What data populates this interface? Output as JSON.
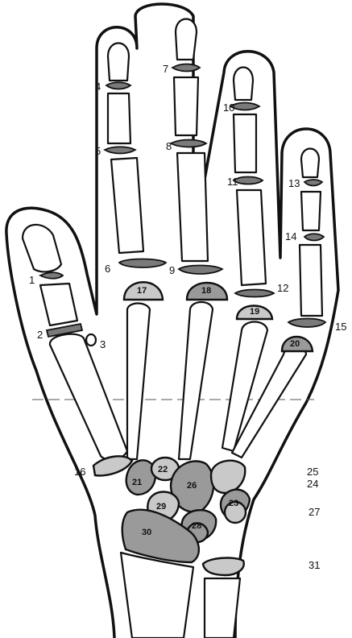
{
  "labels": {
    "l1": "1",
    "l2": "2",
    "l3": "3",
    "l4": "4",
    "l5": "5",
    "l6": "6",
    "l7": "7",
    "l8": "8",
    "l9": "9",
    "l10": "10",
    "l11": "11",
    "l12": "12",
    "l13": "13",
    "l14": "14",
    "l15": "15",
    "l16": "16",
    "l24": "24",
    "l25": "25",
    "l27": "27",
    "l31": "31"
  },
  "numbers": {
    "n17": "17",
    "n18": "18",
    "n19": "19",
    "n20": "20",
    "n21": "21",
    "n22": "22",
    "n23": "23",
    "n26": "26",
    "n28": "28",
    "n29": "29",
    "n30": "30"
  }
}
